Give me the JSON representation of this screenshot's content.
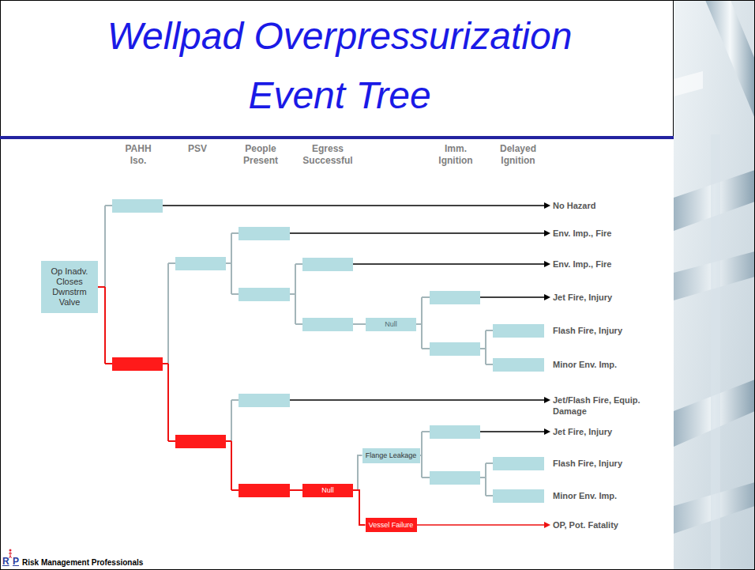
{
  "diagram": {
    "title": "Wellpad Overpressurization Event Tree",
    "nodes": [
      {
        "text": [
          "Op Inadv. Closes Dwnstrm Valve"
        ]
      },
      {
        "text": [
          "Null"
        ]
      },
      {
        "text": [
          "Null"
        ]
      },
      {
        "text": [
          "Flange Leakage"
        ]
      },
      {
        "text": [
          "Vessel Failure"
        ]
      }
    ],
    "edges": [
      {
        "from": 2,
        "to": 3,
        "arrow": "none"
      },
      {
        "from": 2,
        "to": 4,
        "arrow": "none"
      }
    ],
    "labels": [
      "PAHH Iso.",
      "PSV",
      "People Present",
      "Egress Successful",
      "Imm. Ignition",
      "Delayed Ignition",
      "No Hazard",
      "Env. Imp., Fire",
      "Env. Imp., Fire",
      "Jet Fire, Injury",
      "Flash Fire, Injury",
      "Minor Env. Imp.",
      "Jet/Flash Fire, Equip. Damage",
      "Jet Fire, Injury",
      "Flash Fire, Injury",
      "Minor Env. Imp.",
      "OP, Pot. Fatality",
      "R",
      "P",
      "Risk Management Professionals"
    ]
  }
}
